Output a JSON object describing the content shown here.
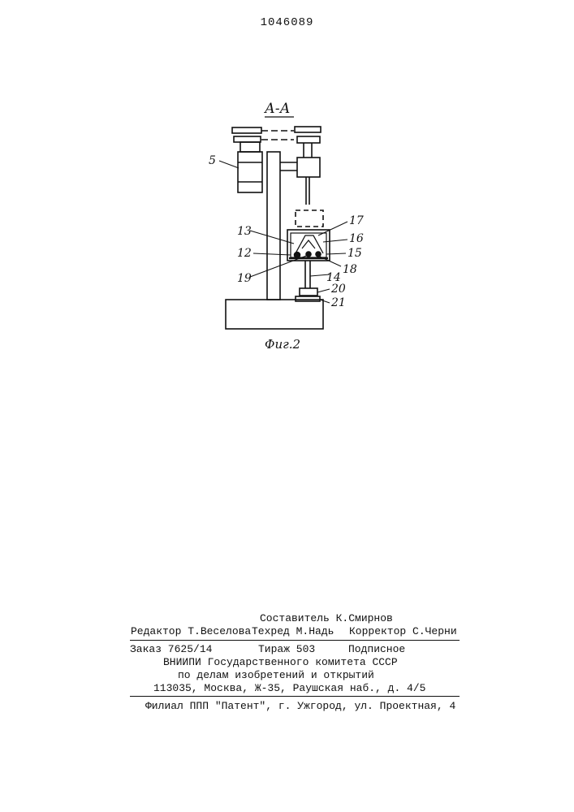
{
  "document": {
    "patent_number": "1046089"
  },
  "figure": {
    "section_label": "А-А",
    "caption": "Фиг.2",
    "part_labels": [
      "5",
      "13",
      "12",
      "19",
      "17",
      "16",
      "15",
      "18",
      "14",
      "20",
      "21"
    ]
  },
  "footer": {
    "compiler": "Составитель К.Смирнов",
    "editor": "Редактор Т.Веселова",
    "techred": "Техред М.Надь",
    "corrector": "Корректор С.Черни",
    "order": "Заказ 7625/14",
    "circulation": "Тираж 503",
    "subscription": "Подписное",
    "org_line1": "ВНИИПИ Государственного комитета СССР",
    "org_line2": "по делам изобретений и открытий",
    "address": "113035, Москва, Ж-35, Раушская наб., д. 4/5",
    "branch": "Филиал ППП \"Патент\", г. Ужгород, ул. Проектная, 4"
  }
}
